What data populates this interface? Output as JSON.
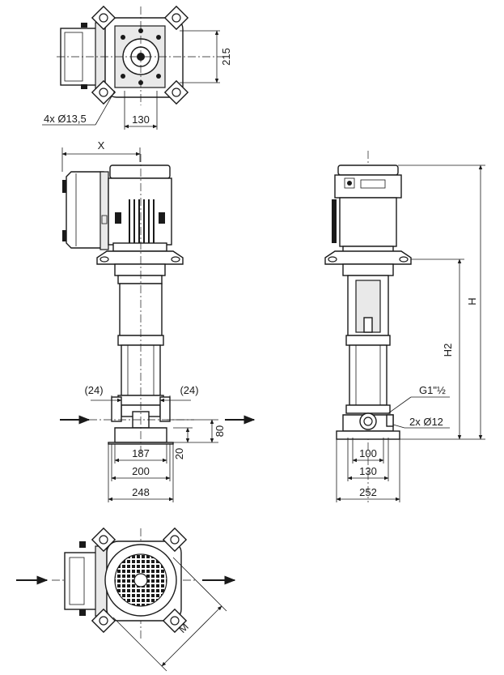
{
  "labels": {
    "holes_top": "4x Ø13,5",
    "top_height": "215",
    "top_width": "130",
    "x": "X",
    "h": "H",
    "h2": "H2",
    "flange_left": "(24)",
    "flange_right": "(24)",
    "d187": "187",
    "d200": "200",
    "d248": "248",
    "d20": "20",
    "d80": "80",
    "thread": "G1\"½",
    "holes_side": "2x Ø12",
    "d100": "100",
    "d130": "130",
    "d252": "252",
    "m": "M"
  }
}
